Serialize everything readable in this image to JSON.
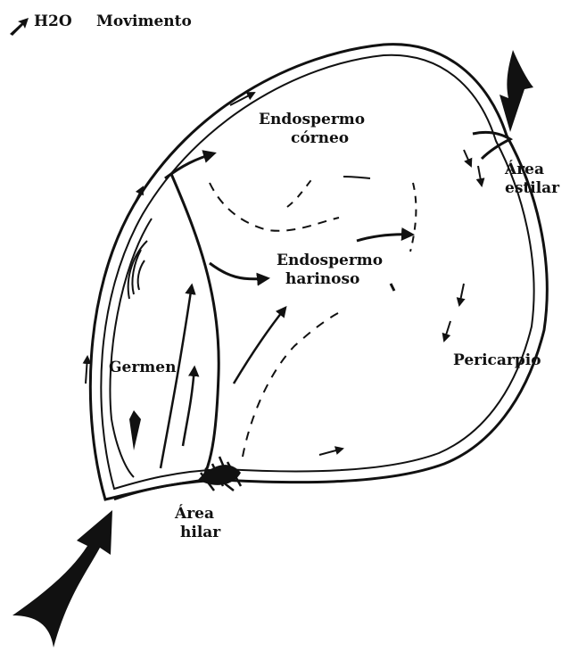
{
  "legend": {
    "icon": "arrow-icon",
    "symbol_text": "H2O",
    "caption": "Movimento"
  },
  "labels": {
    "endosperm_corneous": [
      "Endospermo",
      "córneo"
    ],
    "stylar_area": [
      "Área",
      "estilar"
    ],
    "endosperm_floury": [
      "Endospermo",
      "harinoso"
    ],
    "germ": "Germen",
    "pericarp": "Pericarpio",
    "hilar_area": [
      "Área",
      "hilar"
    ]
  },
  "colors": {
    "ink": "#111111",
    "background": "#ffffff"
  }
}
